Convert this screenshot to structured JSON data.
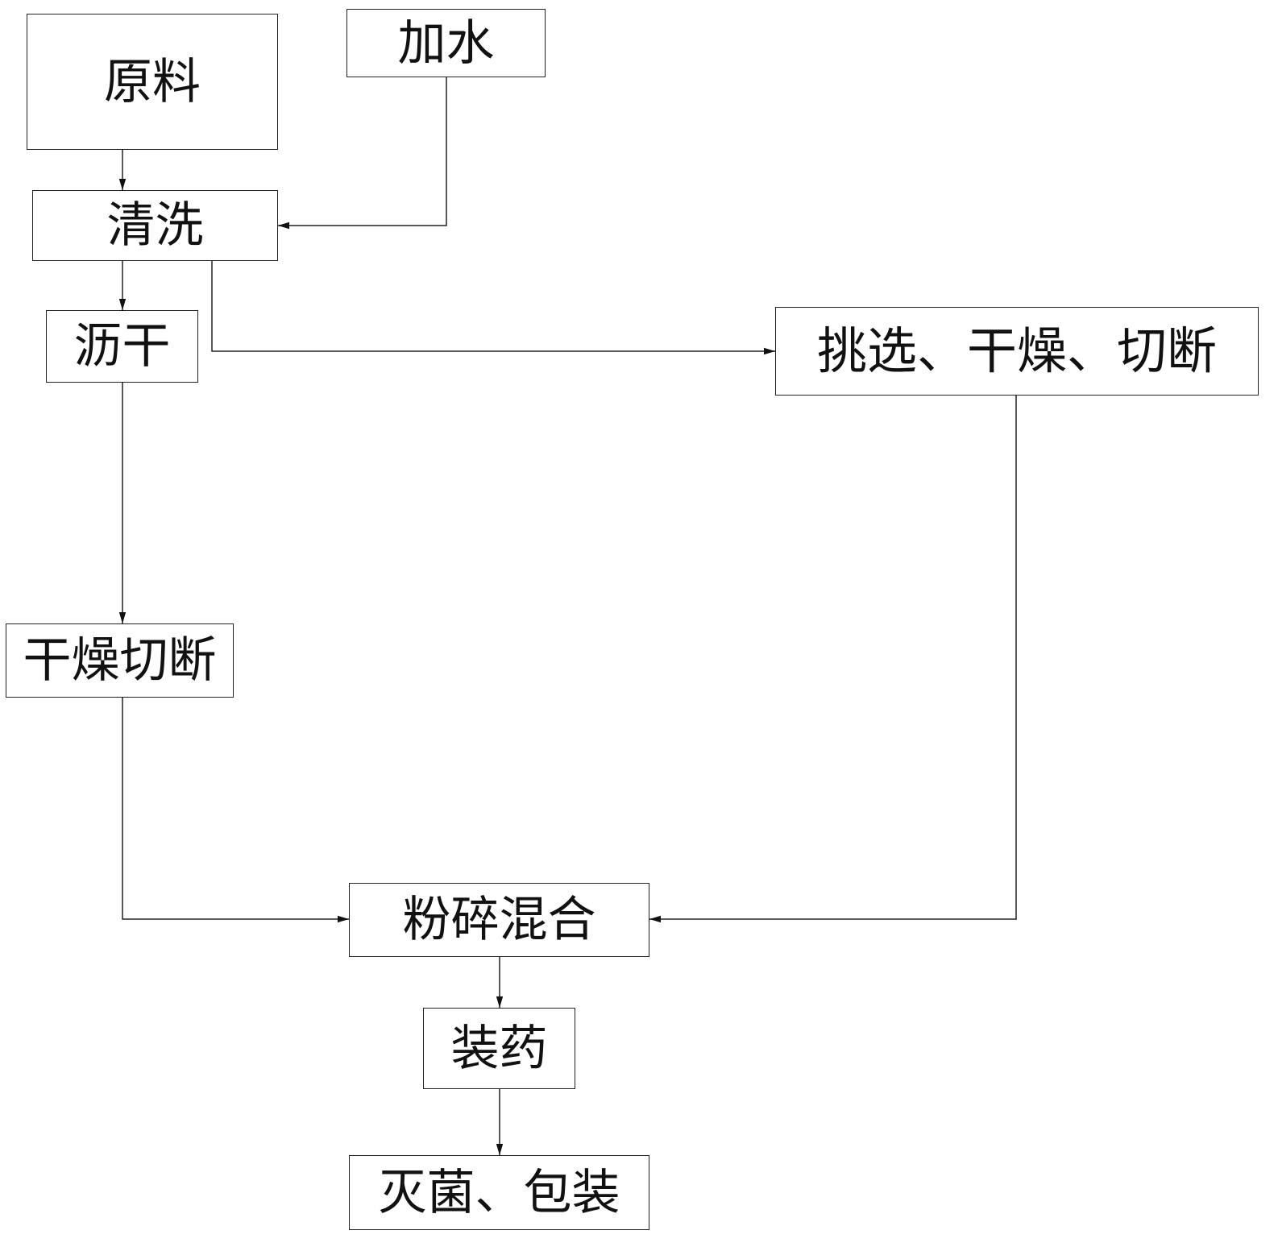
{
  "diagram": {
    "nodes": {
      "raw": "原料",
      "water": "加水",
      "wash": "清洗",
      "drain": "沥干",
      "select": "挑选、干燥、切断",
      "drycut": "干燥切断",
      "crush": "粉碎混合",
      "fill": "装药",
      "sterile": "灭菌、包装"
    },
    "edges": [
      {
        "from": "raw",
        "to": "wash"
      },
      {
        "from": "water",
        "to": "wash"
      },
      {
        "from": "wash",
        "to": "drain"
      },
      {
        "from": "wash",
        "to": "select"
      },
      {
        "from": "drain",
        "to": "drycut"
      },
      {
        "from": "drycut",
        "to": "crush"
      },
      {
        "from": "select",
        "to": "crush"
      },
      {
        "from": "crush",
        "to": "fill"
      },
      {
        "from": "fill",
        "to": "sterile"
      }
    ],
    "line_color": "#222222"
  }
}
